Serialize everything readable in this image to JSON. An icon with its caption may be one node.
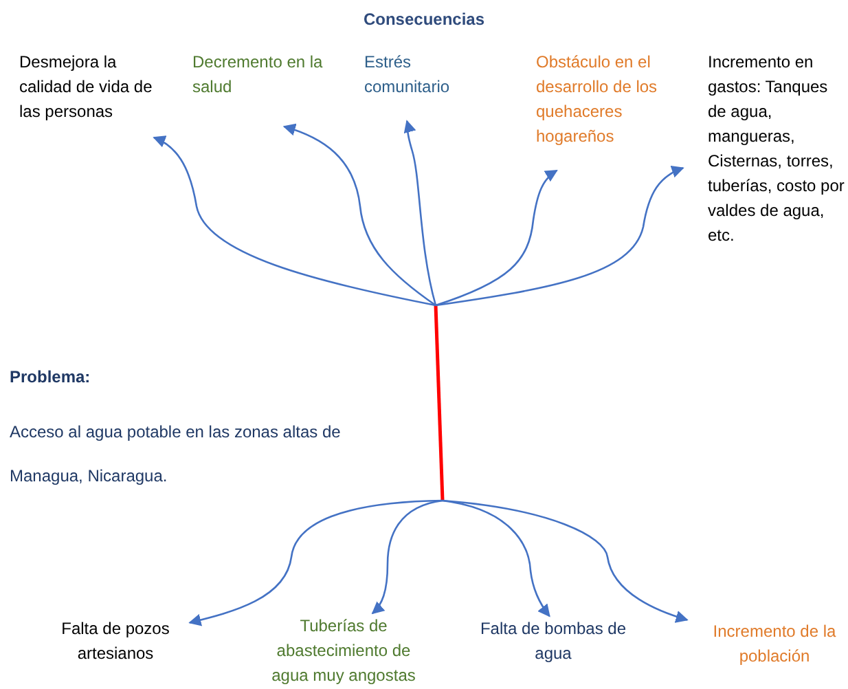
{
  "diagram": {
    "title": "Consecuencias",
    "nodes": [
      {
        "text": [
          "Desmejora la calidad de vida de las personas"
        ]
      },
      {
        "text": [
          "Decremento en la salud"
        ]
      },
      {
        "text": [
          "Estrés comunitario"
        ]
      },
      {
        "text": [
          "Obstáculo en el desarrollo de los quehaceres hogareños"
        ]
      },
      {
        "text": [
          "Incremento en gastos: Tanques de agua, mangueras, Cisternas, torres, tuberías, costo por valdes de agua, etc."
        ]
      },
      {
        "text": [
          "Falta de pozos artesianos"
        ]
      },
      {
        "text": [
          "Tuberías de abastecimiento de agua muy angostas"
        ]
      },
      {
        "text": [
          "Falta de bombas de agua"
        ]
      },
      {
        "text": [
          "Incremento de la población"
        ]
      }
    ],
    "edges": [
      {
        "from": null,
        "to": 0,
        "arrow": "to"
      },
      {
        "from": null,
        "to": 1,
        "arrow": "to"
      },
      {
        "from": null,
        "to": 2,
        "arrow": "to"
      },
      {
        "from": null,
        "to": 3,
        "arrow": "to"
      },
      {
        "from": null,
        "to": 4,
        "arrow": "to"
      },
      {
        "from": null,
        "to": 5,
        "arrow": "to"
      },
      {
        "from": null,
        "to": 6,
        "arrow": "to"
      },
      {
        "from": null,
        "to": 7,
        "arrow": "to"
      },
      {
        "from": null,
        "to": 8,
        "arrow": "to"
      }
    ],
    "labels": [
      "Problema:",
      "Acceso al agua potable en las zonas altas de Managua, Nicaragua."
    ]
  }
}
